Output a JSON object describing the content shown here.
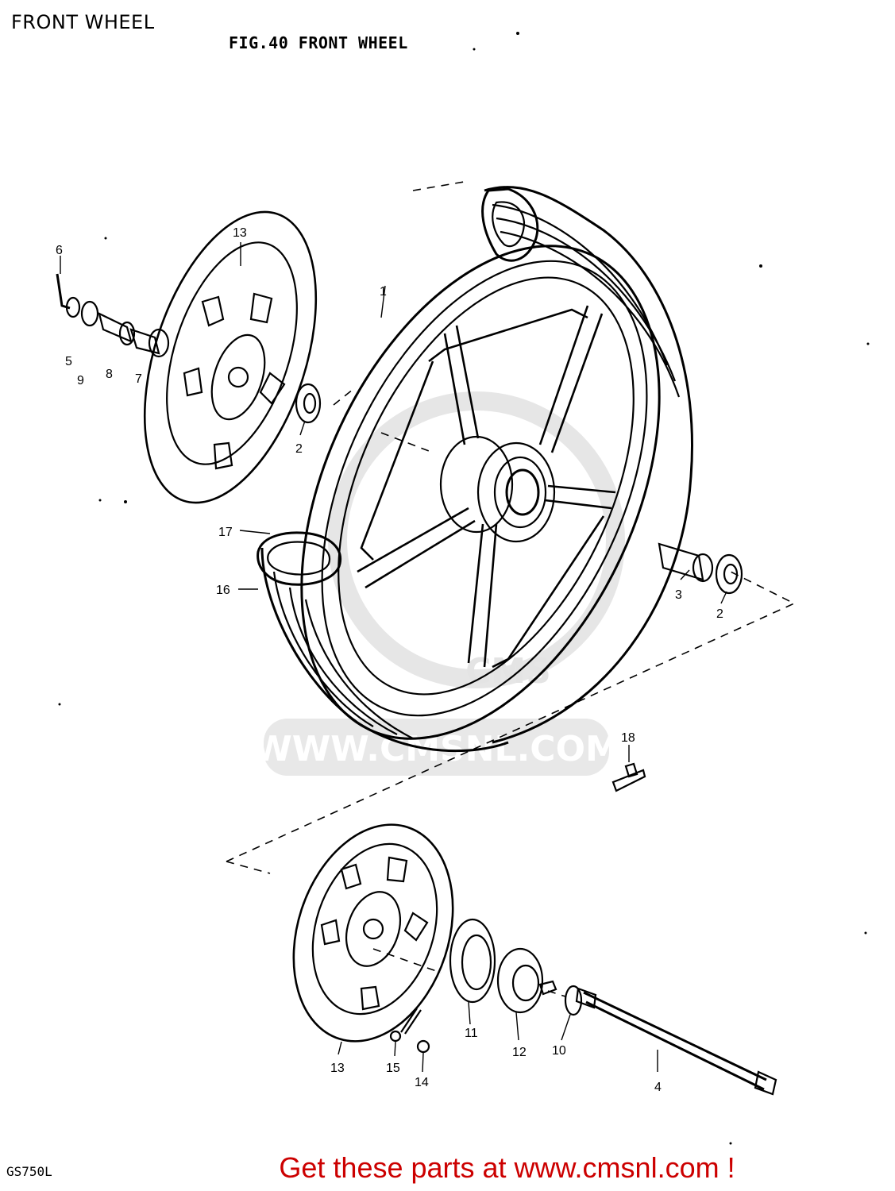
{
  "page": {
    "title": "FRONT WHEEL"
  },
  "figure": {
    "title": "FIG.40  FRONT WHEEL",
    "model_code": "GS750L"
  },
  "watermark": {
    "text": "WWW.CMSNL.COM",
    "logo_text": "CMS"
  },
  "promo": {
    "text": "Get these parts at www.cmsnl.com !",
    "color": "#cc0000"
  },
  "colors": {
    "line": "#000000",
    "watermark": "#e4e4e4",
    "background": "#ffffff"
  },
  "part_callouts": [
    {
      "id": "c-1",
      "number": "1"
    },
    {
      "id": "c-2a",
      "number": "2"
    },
    {
      "id": "c-2b",
      "number": "2"
    },
    {
      "id": "c-3",
      "number": "3"
    },
    {
      "id": "c-4",
      "number": "4"
    },
    {
      "id": "c-5",
      "number": "5"
    },
    {
      "id": "c-6",
      "number": "6"
    },
    {
      "id": "c-7",
      "number": "7"
    },
    {
      "id": "c-8",
      "number": "8"
    },
    {
      "id": "c-9",
      "number": "9"
    },
    {
      "id": "c-10",
      "number": "10"
    },
    {
      "id": "c-11",
      "number": "11"
    },
    {
      "id": "c-12",
      "number": "12"
    },
    {
      "id": "c-13a",
      "number": "13"
    },
    {
      "id": "c-13b",
      "number": "13"
    },
    {
      "id": "c-14",
      "number": "14"
    },
    {
      "id": "c-15",
      "number": "15"
    },
    {
      "id": "c-16",
      "number": "16"
    },
    {
      "id": "c-17",
      "number": "17"
    },
    {
      "id": "c-18",
      "number": "18"
    }
  ]
}
